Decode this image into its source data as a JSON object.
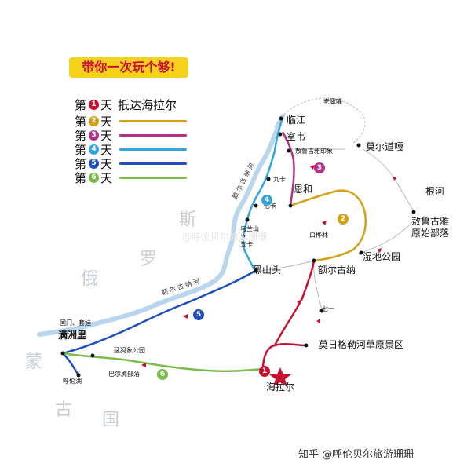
{
  "banner": "带你一次玩个够!",
  "legend": [
    {
      "day": "第",
      "num": "1",
      "unit": "天",
      "text": "抵达海拉尔",
      "color": "#c8102e"
    },
    {
      "day": "第",
      "num": "2",
      "unit": "天",
      "text": "",
      "color": "#d4a017"
    },
    {
      "day": "第",
      "num": "3",
      "unit": "天",
      "text": "",
      "color": "#b0308a"
    },
    {
      "day": "第",
      "num": "4",
      "unit": "天",
      "text": "",
      "color": "#33a6dd"
    },
    {
      "day": "第",
      "num": "5",
      "unit": "天",
      "text": "",
      "color": "#1f4fbf"
    },
    {
      "day": "第",
      "num": "6",
      "unit": "天",
      "text": "",
      "color": "#7cbc4a"
    }
  ],
  "places": {
    "laoyingzui": "老鹰嘴",
    "linjiang": "临江",
    "shiwei": "室韦",
    "aolugu_yinxiang": "敖鲁古雅印象",
    "moerdaoga": "莫尔道嘎",
    "jiuka": "九卡",
    "enhe": "恩和",
    "genhe": "根河",
    "aolugu_tribe": "敖鲁古雅原始部落",
    "qika": "七卡",
    "wulanshan": "乌兰山",
    "wuka": "五卡",
    "baihualin": "白桦林",
    "shidi": "湿地公园",
    "heishantou": "黑山头",
    "eerguna": "额尔古纳",
    "qiyi": "七一",
    "moriger": "莫日格勒河草原景区",
    "guomen": "国门、套娃",
    "manzhouli": "满洲里",
    "menggu_park": "猛犸象公园",
    "baerhu": "巴尔虎部落",
    "hulunhu": "呼伦湖",
    "hailaer": "海拉尔"
  },
  "rivers": {
    "upper": "额 尔 古 纳 河",
    "lower": "额 尔 古 纳 河"
  },
  "country": {
    "si": "斯",
    "luo": "罗",
    "e": "俄",
    "meng": "蒙",
    "gu": "古",
    "guo": "国"
  },
  "watermark": "@呼伦贝尔旅游珊珊",
  "footer": "知乎 @呼伦贝尔旅游珊珊",
  "badges": [
    "1",
    "2",
    "3",
    "4",
    "5",
    "6"
  ],
  "colors": {
    "day1": "#c8102e",
    "day2": "#d4a017",
    "day3": "#b0308a",
    "day4": "#33a6dd",
    "day5": "#1f4fbf",
    "day6": "#7cbc4a",
    "river": "#b9d6ee",
    "banner": "#f6d21c"
  }
}
